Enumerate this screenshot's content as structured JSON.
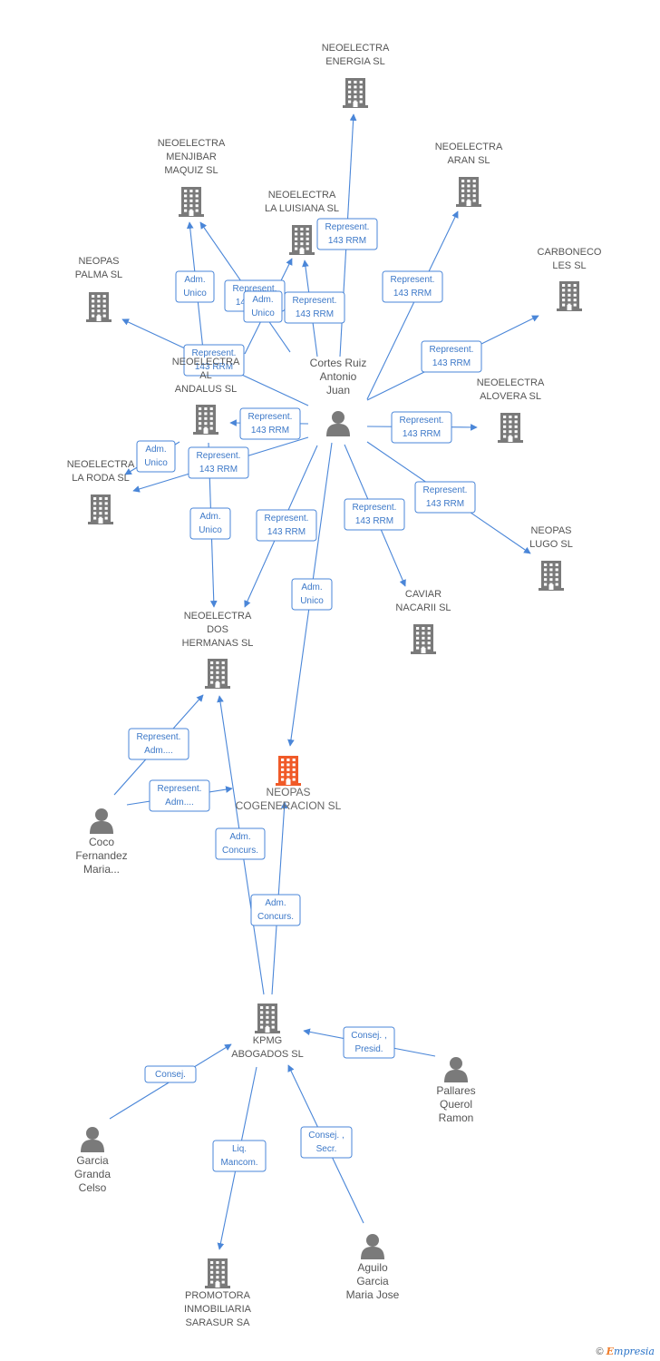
{
  "colors": {
    "edge": "#4a86d8",
    "node": "#7a7a7a",
    "focus": "#f05a28",
    "text": "#555555"
  },
  "nodes": [
    {
      "id": "neoelectra_energia",
      "type": "company",
      "lines": [
        "NEOELECTRA",
        "ENERGIA  SL"
      ]
    },
    {
      "id": "neoelectra_menjibar",
      "type": "company",
      "lines": [
        "NEOELECTRA",
        "MENJIBAR",
        "MAQUIZ SL"
      ]
    },
    {
      "id": "neoelectra_aran",
      "type": "company",
      "lines": [
        "NEOELECTRA",
        "ARAN SL"
      ]
    },
    {
      "id": "neoelectra_luisiana",
      "type": "company",
      "lines": [
        "NEOELECTRA",
        "LA LUISIANA SL"
      ]
    },
    {
      "id": "neopas_palma",
      "type": "company",
      "lines": [
        "NEOPAS",
        "PALMA SL"
      ]
    },
    {
      "id": "carboneco",
      "type": "company",
      "lines": [
        "CARBONECO",
        "LES SL"
      ]
    },
    {
      "id": "neoelectra_al_andalus",
      "type": "company",
      "lines": [
        "NEOELECTRA",
        "AL",
        "ANDALUS SL"
      ]
    },
    {
      "id": "neoelectra_alovera",
      "type": "company",
      "lines": [
        "NEOELECTRA",
        "ALOVERA SL"
      ]
    },
    {
      "id": "neoelectra_la_roda",
      "type": "company",
      "lines": [
        "NEOELECTRA",
        "LA RODA SL"
      ]
    },
    {
      "id": "neopas_lugo",
      "type": "company",
      "lines": [
        "NEOPAS",
        "LUGO SL"
      ]
    },
    {
      "id": "caviar_nacarii",
      "type": "company",
      "lines": [
        "CAVIAR",
        "NACARII SL"
      ]
    },
    {
      "id": "neoelectra_dos_hermanas",
      "type": "company",
      "lines": [
        "NEOELECTRA",
        "DOS",
        "HERMANAS SL"
      ]
    },
    {
      "id": "neopas_cogeneracion",
      "type": "focus",
      "lines": [
        "NEOPAS",
        "COGENERACION SL"
      ]
    },
    {
      "id": "kpmg",
      "type": "company",
      "lines": [
        "KPMG",
        "ABOGADOS SL"
      ]
    },
    {
      "id": "promotora",
      "type": "company",
      "lines": [
        "PROMOTORA",
        "INMOBILIARIA",
        "SARASUR SA"
      ]
    },
    {
      "id": "cortes_ruiz",
      "type": "person",
      "lines": [
        "Cortes Ruiz",
        "Antonio",
        "Juan"
      ]
    },
    {
      "id": "coco_fernandez",
      "type": "person",
      "lines": [
        "Coco",
        "Fernandez",
        "Maria..."
      ]
    },
    {
      "id": "pallares",
      "type": "person",
      "lines": [
        "Pallares",
        "Querol",
        "Ramon"
      ]
    },
    {
      "id": "garcia_granda",
      "type": "person",
      "lines": [
        "Garcia",
        "Granda",
        "Celso"
      ]
    },
    {
      "id": "aguilo_garcia",
      "type": "person",
      "lines": [
        "Aguilo",
        "Garcia",
        "Maria Jose"
      ]
    }
  ],
  "edges": [
    {
      "id": "e_energia",
      "lines": [
        "Represent.",
        "143 RRM"
      ]
    },
    {
      "id": "e_aran",
      "lines": [
        "Represent.",
        "143 RRM"
      ]
    },
    {
      "id": "e_menjibar_rep",
      "lines": [
        "Represent.",
        "143 RRM"
      ]
    },
    {
      "id": "e_menjibar_adm",
      "lines": [
        "Adm.",
        "Unico"
      ]
    },
    {
      "id": "e_luisiana_rep",
      "lines": [
        "Represent.",
        "143 RRM"
      ]
    },
    {
      "id": "e_luisiana_adm",
      "lines": [
        "Adm.",
        "Unico"
      ]
    },
    {
      "id": "e_palma",
      "lines": [
        "Represent.",
        "143 RRM"
      ]
    },
    {
      "id": "e_carboneco",
      "lines": [
        "Represent.",
        "143 RRM"
      ]
    },
    {
      "id": "e_alovera",
      "lines": [
        "Represent.",
        "143 RRM"
      ]
    },
    {
      "id": "e_al_andalus_rep",
      "lines": [
        "Represent.",
        "143 RRM"
      ]
    },
    {
      "id": "e_la_roda_rep",
      "lines": [
        "Represent.",
        "143 RRM"
      ]
    },
    {
      "id": "e_la_roda_adm",
      "lines": [
        "Adm.",
        "Unico"
      ]
    },
    {
      "id": "e_dos_hermanas_adm",
      "lines": [
        "Adm.",
        "Unico"
      ]
    },
    {
      "id": "e_dos_hermanas_rep",
      "lines": [
        "Represent.",
        "143 RRM"
      ]
    },
    {
      "id": "e_lugo",
      "lines": [
        "Represent.",
        "143 RRM"
      ]
    },
    {
      "id": "e_caviar",
      "lines": [
        "Represent.",
        "143 RRM"
      ]
    },
    {
      "id": "e_cogeneracion_adm",
      "lines": [
        "Adm.",
        "Unico"
      ]
    },
    {
      "id": "e_coco_dos",
      "lines": [
        "Represent.",
        "Adm...."
      ]
    },
    {
      "id": "e_coco_cog",
      "lines": [
        "Represent.",
        "Adm...."
      ]
    },
    {
      "id": "e_kpmg_dos",
      "lines": [
        "Adm.",
        "Concurs."
      ]
    },
    {
      "id": "e_kpmg_cog",
      "lines": [
        "Adm.",
        "Concurs."
      ]
    },
    {
      "id": "e_pallares",
      "lines": [
        "Consej. ,",
        "Presid."
      ]
    },
    {
      "id": "e_garcia",
      "lines": [
        "Consej."
      ]
    },
    {
      "id": "e_aguilo",
      "lines": [
        "Consej. ,",
        "Secr."
      ]
    },
    {
      "id": "e_promotora",
      "lines": [
        "Liq.",
        "Mancom."
      ]
    }
  ],
  "footer": {
    "copyright": "©",
    "brand_initial": "E",
    "brand_rest": "mpresia"
  }
}
